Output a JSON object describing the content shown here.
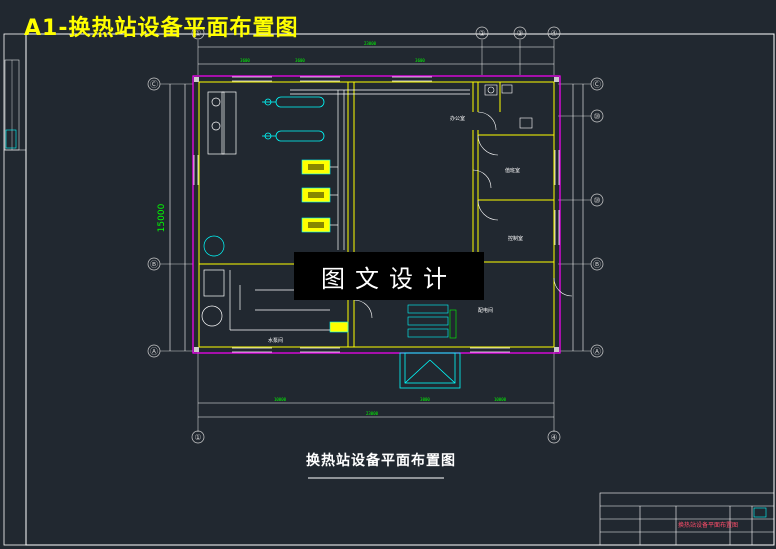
{
  "sheet_title": "A1-换热站设备平面布置图",
  "drawing_caption": "换热站设备平面布置图",
  "watermark": "图文设计",
  "dimensions": {
    "overall_width": "23000",
    "overall_depth": "15000",
    "bottom_seg1": "10000",
    "bottom_seg2": "3000",
    "bottom_seg3": "10000",
    "top_seg1": "3600",
    "top_seg2": "3600",
    "top_seg3": "3600",
    "bottom_total": "23000"
  },
  "axes_top": [
    "①",
    "②",
    "③",
    "④"
  ],
  "axes_bottom": [
    "①",
    "④"
  ],
  "axes_left": [
    "Ⓒ",
    "Ⓑ",
    "Ⓐ"
  ],
  "axes_right": [
    "Ⓒ",
    "⑩",
    "⑩",
    "Ⓑ",
    "Ⓐ"
  ],
  "rooms": {
    "pump_room": "水泵间",
    "duty_room": "值班室",
    "control_room": "控制室",
    "power_room": "配电间",
    "office": "办公室"
  },
  "title_block": {
    "drawing_name": "换热站设备平面布置图"
  }
}
